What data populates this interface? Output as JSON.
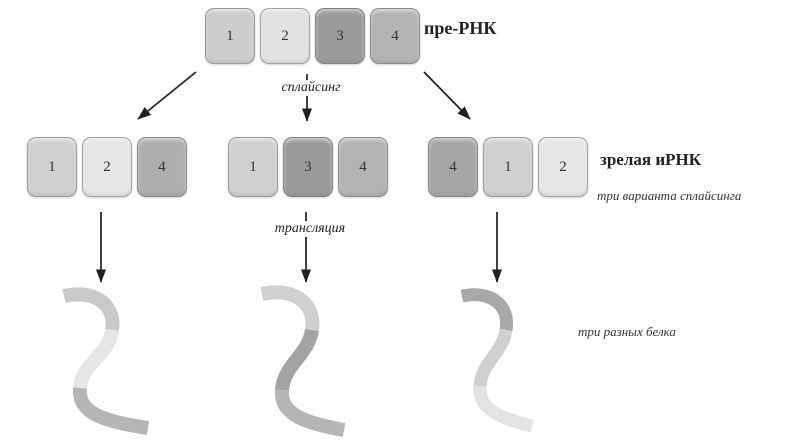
{
  "pre_rna": {
    "label": "пре-РНК",
    "blocks": [
      {
        "num": "1",
        "color": "#cccccc"
      },
      {
        "num": "2",
        "color": "#e2e2e2"
      },
      {
        "num": "3",
        "color": "#9b9b9b"
      },
      {
        "num": "4",
        "color": "#b3b3b3"
      }
    ]
  },
  "labels": {
    "splicing": "сплайсинг",
    "translation": "трансляция",
    "mature": "зрелая иРНК",
    "variants_note": "три варианта сплайсинга",
    "proteins_note": "три разных белка"
  },
  "variants": [
    {
      "blocks": [
        {
          "num": "1",
          "color": "#d0d0d0"
        },
        {
          "num": "2",
          "color": "#e6e6e6"
        },
        {
          "num": "4",
          "color": "#aeaeae"
        }
      ]
    },
    {
      "blocks": [
        {
          "num": "1",
          "color": "#d0d0d0"
        },
        {
          "num": "3",
          "color": "#9b9b9b"
        },
        {
          "num": "4",
          "color": "#b3b3b3"
        }
      ]
    },
    {
      "blocks": [
        {
          "num": "4",
          "color": "#a6a6a6"
        },
        {
          "num": "1",
          "color": "#d0d0d0"
        },
        {
          "num": "2",
          "color": "#e6e6e6"
        }
      ]
    }
  ],
  "proteins": [
    {
      "segments": [
        "#c9c9c9",
        "#e6e6e6",
        "#b5b5b5"
      ]
    },
    {
      "segments": [
        "#d0d0d0",
        "#a3a3a3",
        "#b5b5b5"
      ]
    },
    {
      "segments": [
        "#a8a8a8",
        "#d0d0d0",
        "#e3e3e3"
      ]
    }
  ],
  "arrow_color": "#1f1f1f"
}
